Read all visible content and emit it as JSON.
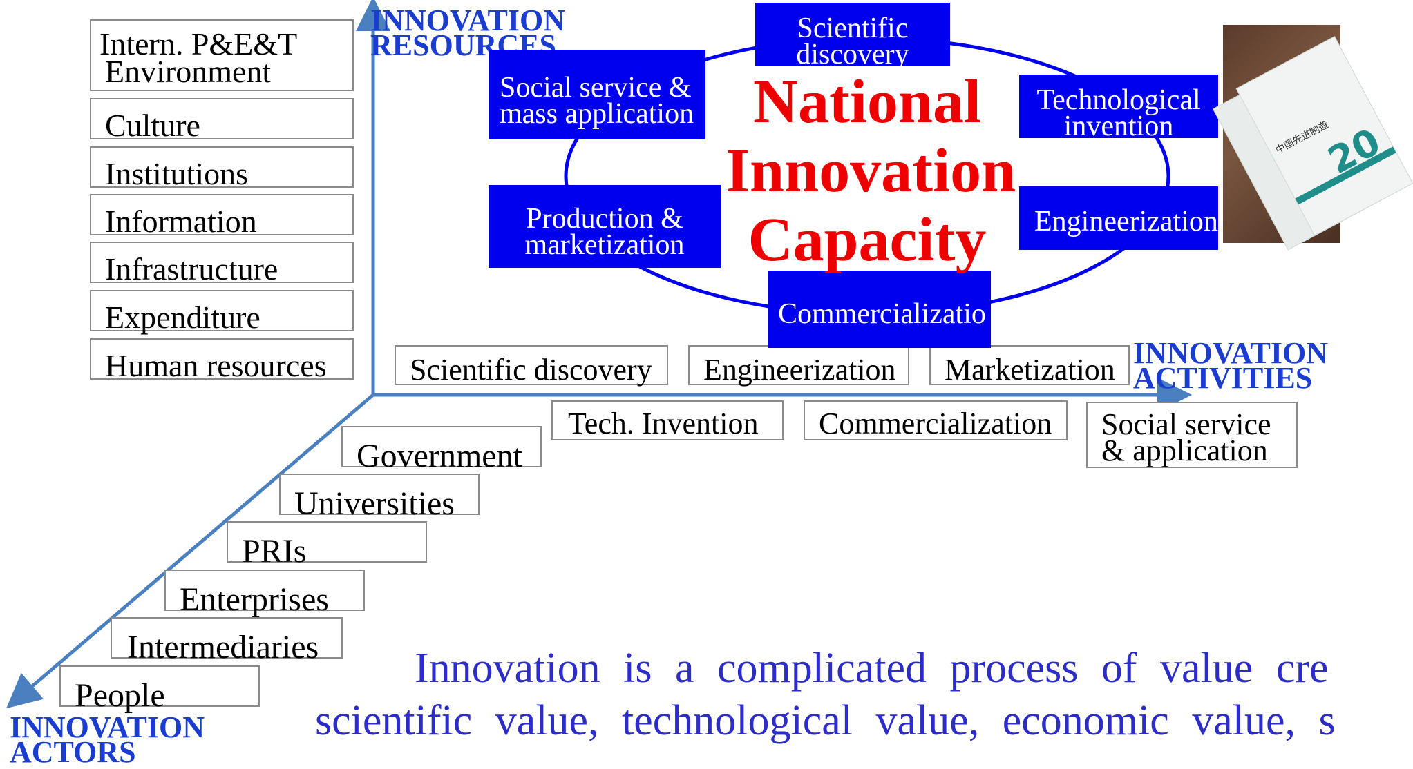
{
  "axes": {
    "resources_label": [
      "INNOVATION",
      "RESOURCES"
    ],
    "activities_label": [
      "INNOVATION",
      "ACTIVITIES"
    ],
    "actors_label": [
      "INNOVATION",
      "ACTORS"
    ]
  },
  "resources": [
    [
      "Intern. P&E&T",
      "Environment"
    ],
    [
      "Culture"
    ],
    [
      "Institutions"
    ],
    [
      "Information"
    ],
    [
      "Infrastructure"
    ],
    [
      "Expenditure"
    ],
    [
      "Human resources"
    ]
  ],
  "activities_row1": [
    "Scientific discovery",
    "Engineerization",
    "Marketization"
  ],
  "activities_row2": [
    "Tech. Invention",
    "Commercialization"
  ],
  "activities_row2_last": [
    "Social service",
    "& application"
  ],
  "actors": [
    "Government",
    "Universities",
    "PRIs",
    "Enterprises",
    "Intermediaries",
    "People"
  ],
  "cycle": {
    "center_title": [
      "National",
      "Innovation",
      "Capacity"
    ],
    "scientific": [
      "Scientific",
      "discovery"
    ],
    "technological": [
      "Technological",
      "invention"
    ],
    "engineerization": "Engineerization",
    "commercialization": "Commercializatio",
    "production": [
      "Production &",
      "marketization"
    ],
    "social": [
      "Social service &",
      "mass application"
    ]
  },
  "paragraph": {
    "line1": "Innovation is a complicated process of value cre",
    "line2": "scientific value, technological value, economic value, s"
  },
  "photo": {
    "book_text": "中国先进制造",
    "book_number": "20"
  },
  "colors": {
    "axis": "#4a7fc0",
    "cycle_box": "#0000ee",
    "title": "#ee0000",
    "label": "#1a3ccf"
  }
}
